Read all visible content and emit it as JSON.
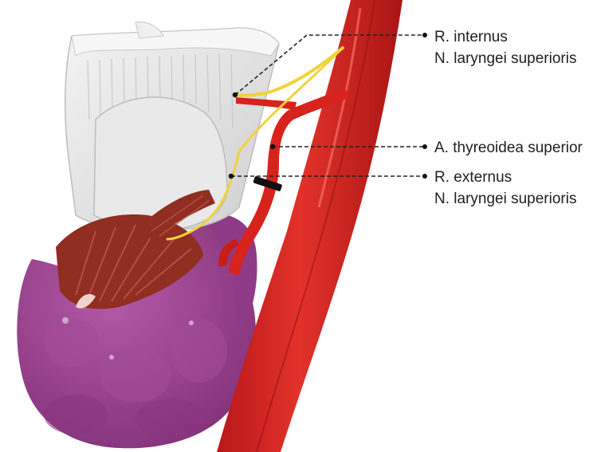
{
  "labels": {
    "internal_branch": {
      "line1": "R. internus",
      "line2": "N. laryngei superioris"
    },
    "superior_thyroid_artery": {
      "line1": "A. thyreoidea superior"
    },
    "external_branch": {
      "line1": "R. externus",
      "line2": "N. laryngei superioris"
    }
  },
  "colors": {
    "artery": "#d8231c",
    "artery_dark": "#a8140f",
    "nerve": "#f2d23a",
    "thyroid_gland": "#9a3f8e",
    "muscle": "#8f2e21",
    "cartilage": "#e6e6e6",
    "leader_line": "#222222"
  }
}
